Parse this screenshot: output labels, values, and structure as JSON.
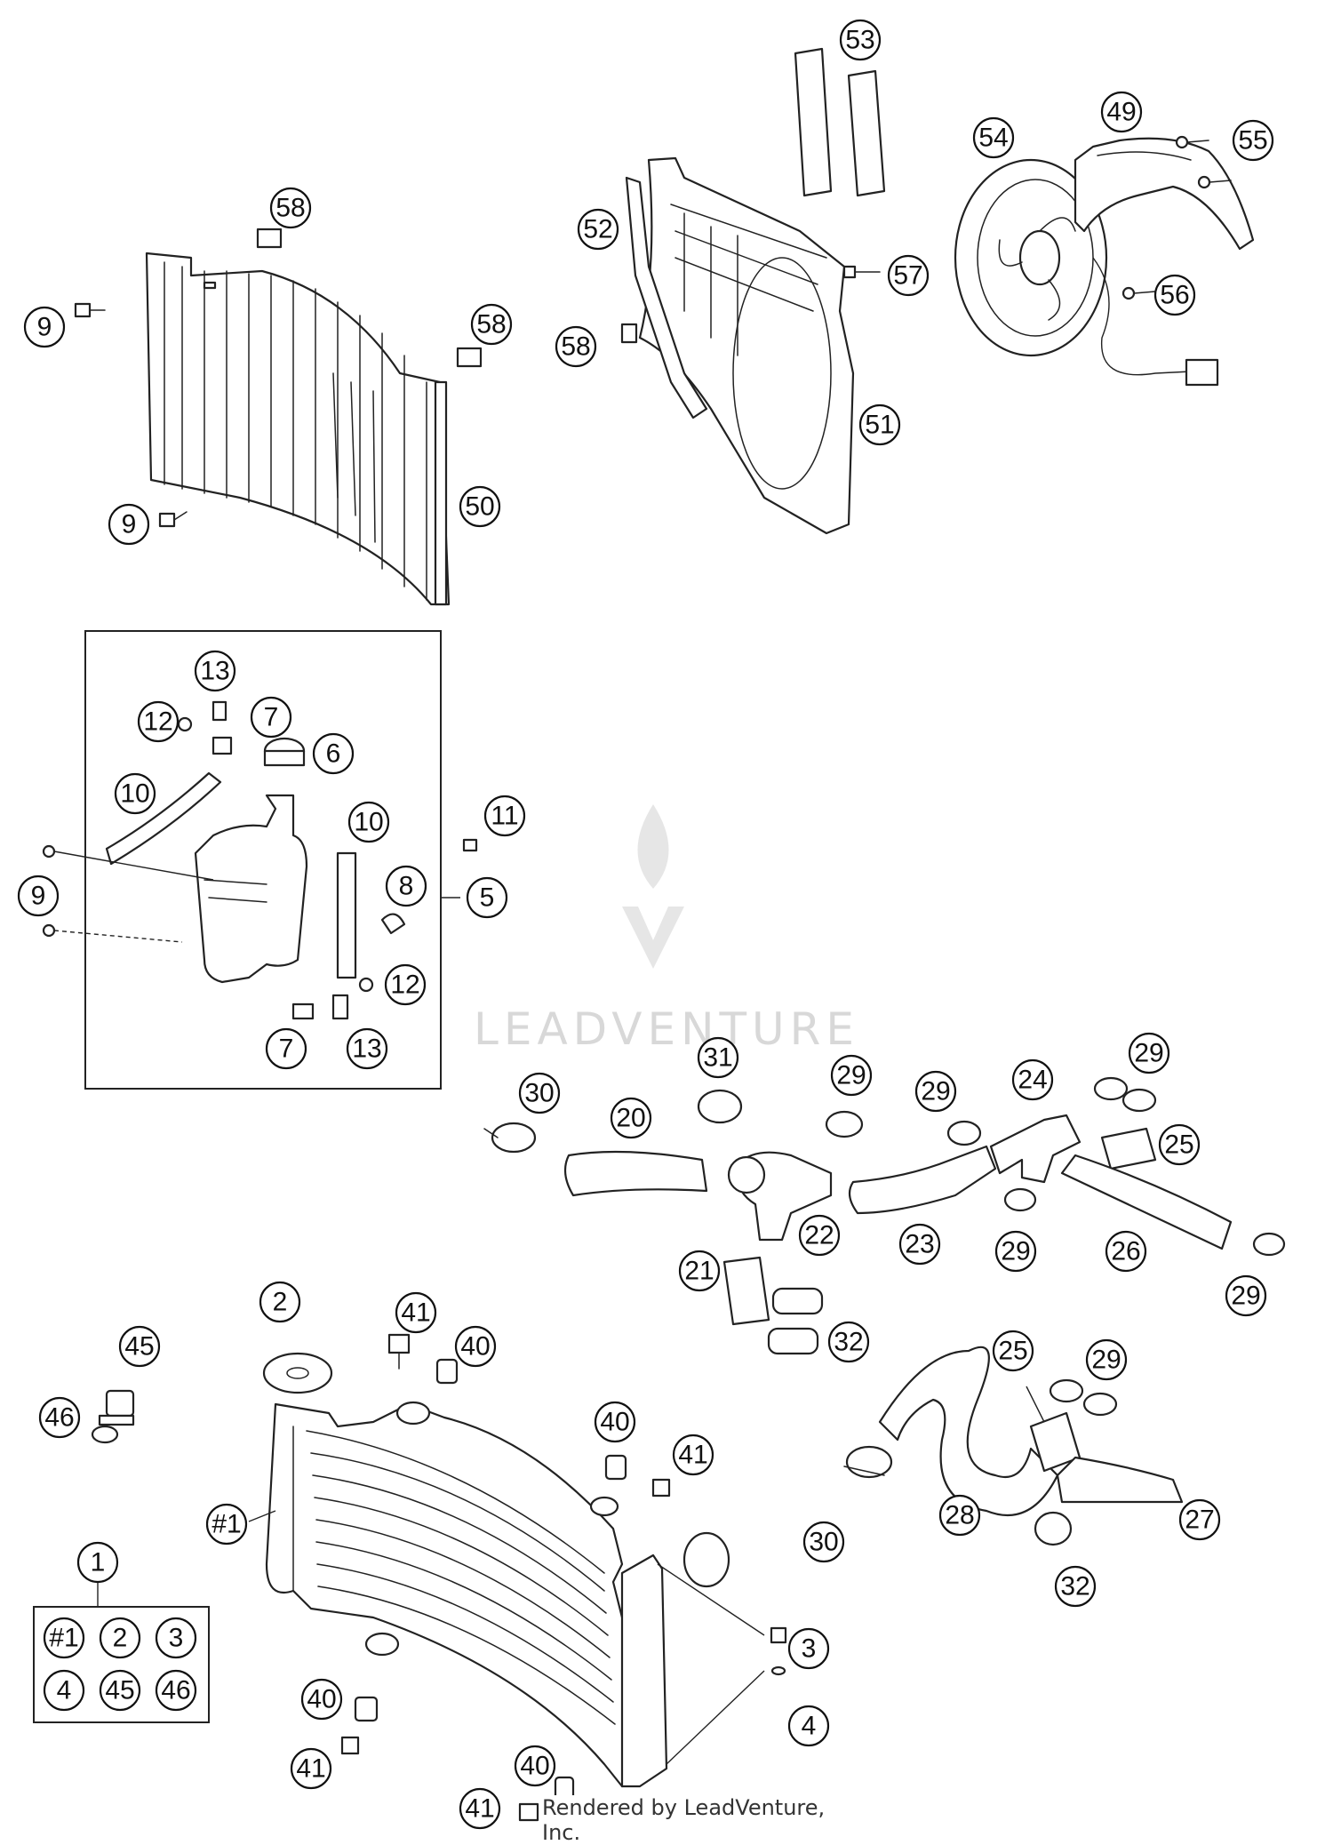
{
  "watermark": {
    "brand_text": "LEADVENTURE"
  },
  "credit": "Rendered by LeadVenture, Inc.",
  "callout_labels": {
    "c1": "1",
    "c2": "2",
    "c3": "3",
    "c4": "4",
    "c5": "5",
    "c6": "6",
    "c7": "7",
    "c8": "8",
    "c9": "9",
    "c10": "10",
    "c11": "11",
    "c12": "12",
    "c13": "13",
    "c20": "20",
    "c21": "21",
    "c22": "22",
    "c23": "23",
    "c24": "24",
    "c25": "25",
    "c26": "26",
    "c27": "27",
    "c28": "28",
    "c29": "29",
    "c30": "30",
    "c31": "31",
    "c32": "32",
    "c40": "40",
    "c41": "41",
    "c45": "45",
    "c46": "46",
    "c49": "49",
    "c50": "50",
    "c51": "51",
    "c52": "52",
    "c53": "53",
    "c54": "54",
    "c55": "55",
    "c56": "56",
    "c57": "57",
    "c58": "58",
    "h1": "#1"
  }
}
